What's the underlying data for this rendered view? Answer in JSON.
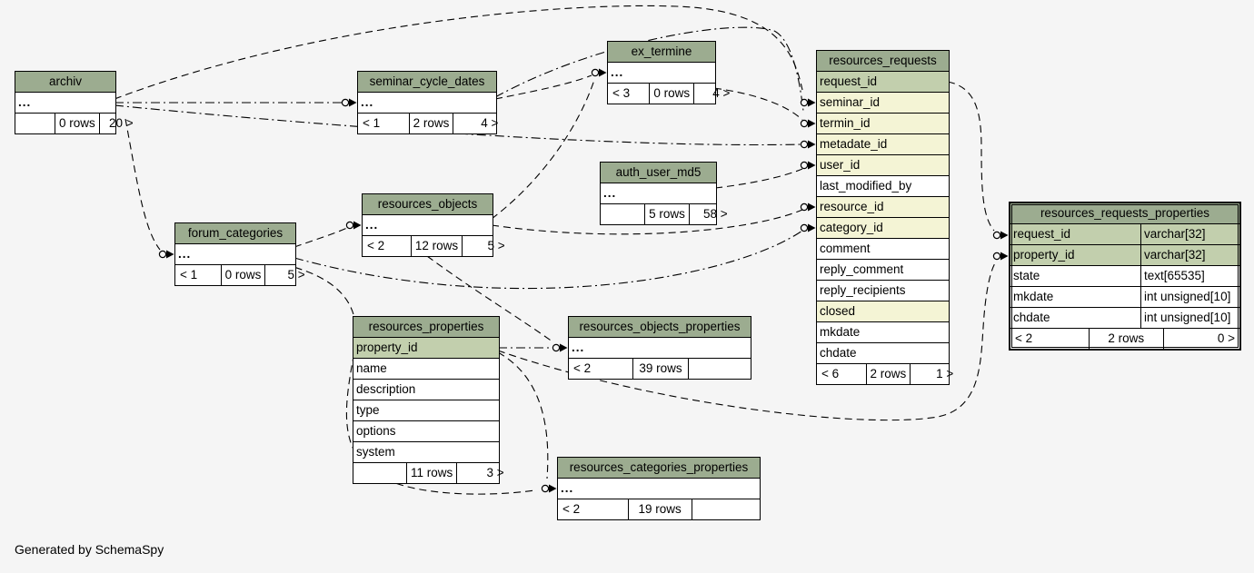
{
  "page": {
    "footer_note": "Generated by SchemaSpy"
  },
  "colors": {
    "canvas_bg": "#f5f5f5",
    "table_header_bg": "#9cac90",
    "primary_key_bg": "#c2cfad",
    "indexed_column_bg": "#f4f4d5",
    "row_bg": "#ffffff",
    "border": "#000000",
    "line": "#000000"
  },
  "tables": [
    {
      "id": "archiv",
      "title": "archiv",
      "emphasized": false,
      "rows": [
        {
          "label": "...",
          "style": "ellipsis"
        }
      ],
      "footer": {
        "left": "",
        "middle": "0 rows",
        "right": "20 >"
      }
    },
    {
      "id": "seminar_cycle_dates",
      "title": "seminar_cycle_dates",
      "emphasized": false,
      "rows": [
        {
          "label": "...",
          "style": "ellipsis"
        }
      ],
      "footer": {
        "left": "< 1",
        "middle": "2 rows",
        "right": "4 >"
      }
    },
    {
      "id": "ex_termine",
      "title": "ex_termine",
      "emphasized": false,
      "rows": [
        {
          "label": "...",
          "style": "ellipsis"
        }
      ],
      "footer": {
        "left": "< 3",
        "middle": "0 rows",
        "right": "4 >"
      }
    },
    {
      "id": "auth_user_md5",
      "title": "auth_user_md5",
      "emphasized": false,
      "rows": [
        {
          "label": "...",
          "style": "ellipsis"
        }
      ],
      "footer": {
        "left": "",
        "middle": "5 rows",
        "right": "58 >"
      }
    },
    {
      "id": "resources_requests",
      "title": "resources_requests",
      "emphasized": false,
      "rows": [
        {
          "label": "request_id",
          "style": "pk"
        },
        {
          "label": "seminar_id",
          "style": "fk"
        },
        {
          "label": "termin_id",
          "style": "fk"
        },
        {
          "label": "metadate_id",
          "style": "fk"
        },
        {
          "label": "user_id",
          "style": "fk"
        },
        {
          "label": "last_modified_by",
          "style": "plain"
        },
        {
          "label": "resource_id",
          "style": "fk"
        },
        {
          "label": "category_id",
          "style": "fk"
        },
        {
          "label": "comment",
          "style": "plain"
        },
        {
          "label": "reply_comment",
          "style": "plain"
        },
        {
          "label": "reply_recipients",
          "style": "plain"
        },
        {
          "label": "closed",
          "style": "fk"
        },
        {
          "label": "mkdate",
          "style": "plain"
        },
        {
          "label": "chdate",
          "style": "plain"
        }
      ],
      "footer": {
        "left": "< 6",
        "middle": "2 rows",
        "right": "1 >"
      }
    },
    {
      "id": "resources_requests_properties",
      "title": "resources_requests_properties",
      "emphasized": true,
      "rows": [
        {
          "label": "request_id",
          "type": "varchar[32]",
          "style": "pk"
        },
        {
          "label": "property_id",
          "type": "varchar[32]",
          "style": "pk"
        },
        {
          "label": "state",
          "type": "text[65535]",
          "style": "plain"
        },
        {
          "label": "mkdate",
          "type": "int unsigned[10]",
          "style": "plain"
        },
        {
          "label": "chdate",
          "type": "int unsigned[10]",
          "style": "plain"
        }
      ],
      "footer": {
        "left": "< 2",
        "middle": "2 rows",
        "right": "0 >"
      }
    },
    {
      "id": "forum_categories",
      "title": "forum_categories",
      "emphasized": false,
      "rows": [
        {
          "label": "...",
          "style": "ellipsis"
        }
      ],
      "footer": {
        "left": "< 1",
        "middle": "0 rows",
        "right": "5 >"
      }
    },
    {
      "id": "resources_objects",
      "title": "resources_objects",
      "emphasized": false,
      "rows": [
        {
          "label": "...",
          "style": "ellipsis"
        }
      ],
      "footer": {
        "left": "< 2",
        "middle": "12 rows",
        "right": "5 >"
      }
    },
    {
      "id": "resources_properties",
      "title": "resources_properties",
      "emphasized": false,
      "rows": [
        {
          "label": "property_id",
          "style": "pk"
        },
        {
          "label": "name",
          "style": "plain"
        },
        {
          "label": "description",
          "style": "plain"
        },
        {
          "label": "type",
          "style": "plain"
        },
        {
          "label": "options",
          "style": "plain"
        },
        {
          "label": "system",
          "style": "plain"
        }
      ],
      "footer": {
        "left": "",
        "middle": "11 rows",
        "right": "3 >"
      }
    },
    {
      "id": "resources_objects_properties",
      "title": "resources_objects_properties",
      "emphasized": false,
      "rows": [
        {
          "label": "...",
          "style": "ellipsis"
        }
      ],
      "footer": {
        "left": "< 2",
        "middle": "39 rows",
        "right": ""
      }
    },
    {
      "id": "resources_categories_properties",
      "title": "resources_categories_properties",
      "emphasized": false,
      "rows": [
        {
          "label": "...",
          "style": "ellipsis"
        }
      ],
      "footer": {
        "left": "< 2",
        "middle": "19 rows",
        "right": ""
      }
    }
  ],
  "relationships": [
    {
      "from": "archiv",
      "to": "seminar_cycle_dates",
      "style": "dashdot"
    },
    {
      "from": "archiv",
      "to": "resources_requests.seminar_id",
      "style": "dash"
    },
    {
      "from": "seminar_cycle_dates",
      "to": "ex_termine",
      "style": "dash"
    },
    {
      "from": "resources_objects",
      "to": "ex_termine",
      "style": "dash"
    },
    {
      "from": "seminar_cycle_dates",
      "to": "resources_requests.termin_id",
      "style": "dashdot"
    },
    {
      "from": "archiv",
      "to": "resources_requests.metadate_id",
      "style": "dashdot"
    },
    {
      "from": "auth_user_md5",
      "to": "resources_requests.user_id",
      "style": "dash"
    },
    {
      "from": "ex_termine",
      "to": "resources_requests.termin_id",
      "style": "dash"
    },
    {
      "from": "resources_objects",
      "to": "resources_requests.resource_id",
      "style": "dash"
    },
    {
      "from": "forum_categories",
      "to": "resources_requests.category_id",
      "style": "dashdot"
    },
    {
      "from": "forum_categories",
      "to": "resources_objects",
      "style": "dash"
    },
    {
      "from": "archiv",
      "to": "forum_categories",
      "style": "dash"
    },
    {
      "from": "forum_categories",
      "to": "resources_categories_properties",
      "style": "dash"
    },
    {
      "from": "resources_properties.property_id",
      "to": "resources_objects_properties",
      "style": "dashdot"
    },
    {
      "from": "resources_properties.property_id",
      "to": "resources_categories_properties",
      "style": "dash"
    },
    {
      "from": "resources_properties.property_id",
      "to": "resources_requests_properties.property_id",
      "style": "dash"
    },
    {
      "from": "resources_requests.request_id",
      "to": "resources_requests_properties.request_id",
      "style": "dash"
    },
    {
      "from": "resources_objects",
      "to": "resources_objects_properties",
      "style": "dash"
    }
  ]
}
